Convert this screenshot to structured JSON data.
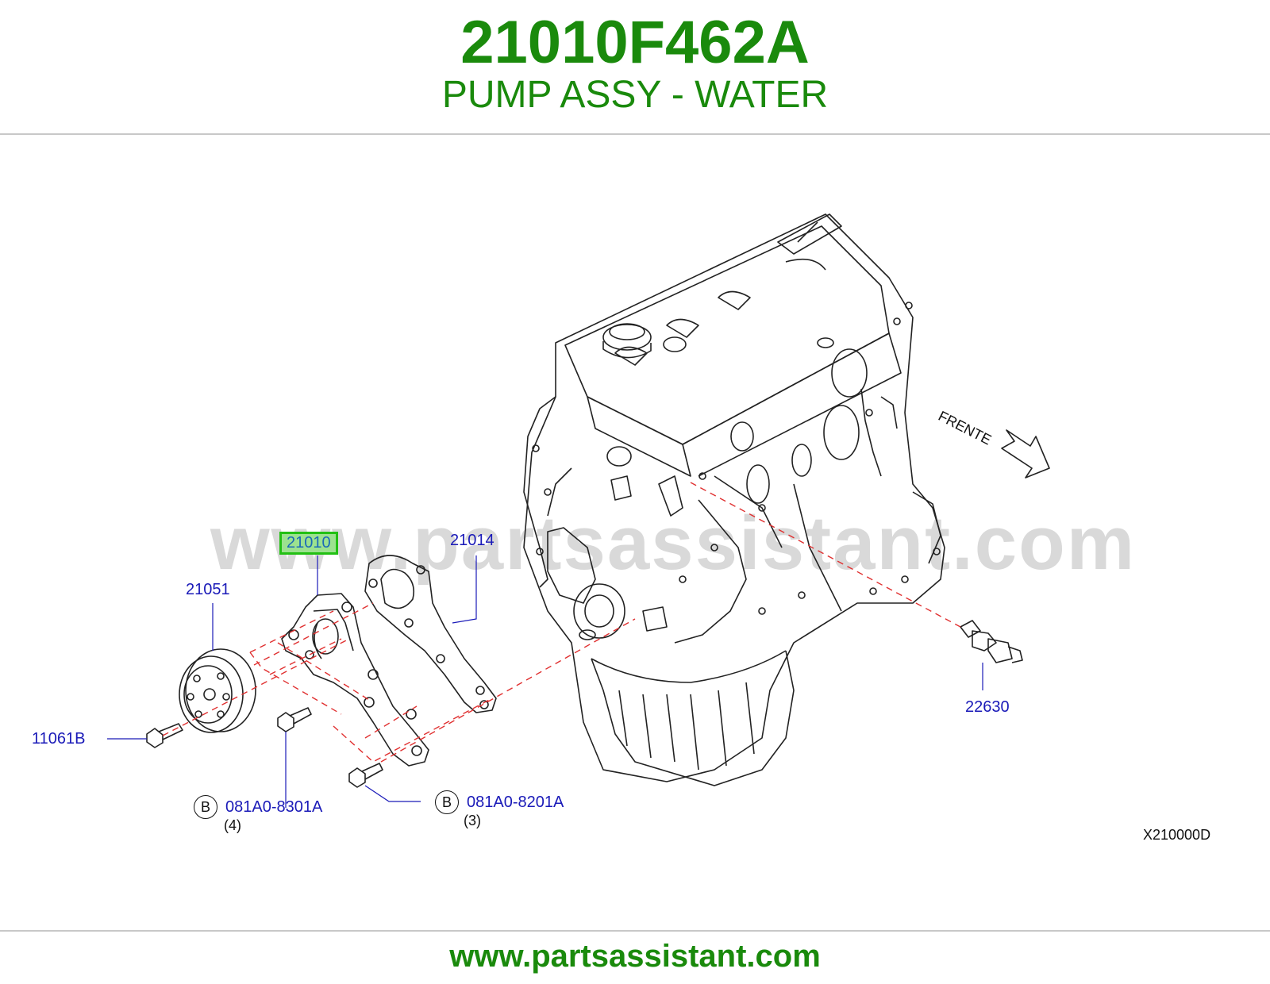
{
  "header": {
    "part_number": "21010F462A",
    "description": "PUMP ASSY - WATER"
  },
  "diagram": {
    "watermark": "www.partsassistant.com",
    "callouts": {
      "pump": "21010",
      "gasket": "21014",
      "pulley": "21051",
      "bolt_pulley": "11061B",
      "sensor": "22630",
      "bolt_4": "081A0-8301A",
      "bolt_3": "081A0-8201A"
    },
    "badge_label": "B",
    "qty_4": "(4)",
    "qty_3": "(3)",
    "direction_label": "FRENTE",
    "diagram_code": "X210000D",
    "colors": {
      "brand_green": "#1a8a0c",
      "callout_blue": "#1a1ab8",
      "highlight_fill": "#9ce28f",
      "highlight_border": "#22c013",
      "leader_red": "#e03030"
    }
  },
  "footer": {
    "url": "www.partsassistant.com"
  }
}
